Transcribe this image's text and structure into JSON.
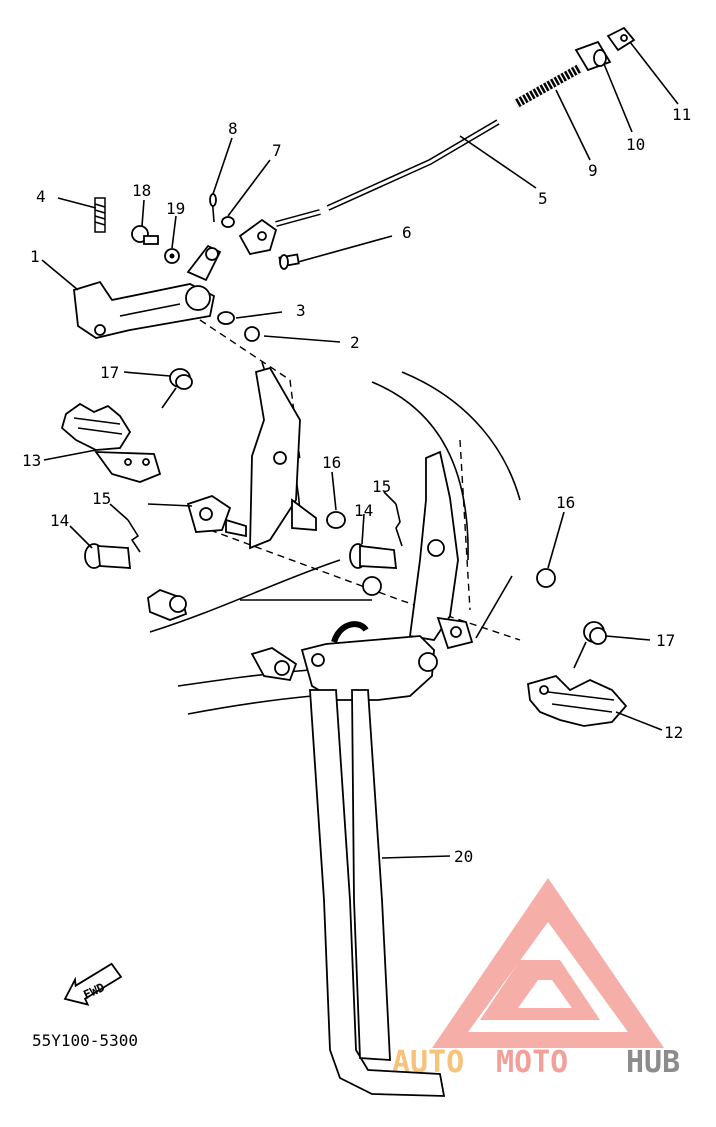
{
  "diagram": {
    "code": "55Y100-5300",
    "fwd_label": "FWD",
    "watermark": {
      "text_auto": "AUTO",
      "text_moto": "MOTO",
      "text_hub": "HUB",
      "color_primary": "#f4a09a",
      "color_secondary": "#f7c27a",
      "color_gray": "#8c8c8c"
    },
    "callouts": [
      {
        "id": "1",
        "label": "1"
      },
      {
        "id": "2",
        "label": "2"
      },
      {
        "id": "3",
        "label": "3"
      },
      {
        "id": "4",
        "label": "4"
      },
      {
        "id": "5",
        "label": "5"
      },
      {
        "id": "6",
        "label": "6"
      },
      {
        "id": "7",
        "label": "7"
      },
      {
        "id": "8",
        "label": "8"
      },
      {
        "id": "9",
        "label": "9"
      },
      {
        "id": "10",
        "label": "10"
      },
      {
        "id": "11",
        "label": "11"
      },
      {
        "id": "12",
        "label": "12"
      },
      {
        "id": "13",
        "label": "13"
      },
      {
        "id": "14a",
        "label": "14"
      },
      {
        "id": "14b",
        "label": "14"
      },
      {
        "id": "15a",
        "label": "15"
      },
      {
        "id": "15b",
        "label": "15"
      },
      {
        "id": "16a",
        "label": "16"
      },
      {
        "id": "16b",
        "label": "16"
      },
      {
        "id": "17a",
        "label": "17"
      },
      {
        "id": "17b",
        "label": "17"
      },
      {
        "id": "18",
        "label": "18"
      },
      {
        "id": "19",
        "label": "19"
      },
      {
        "id": "20",
        "label": "20"
      }
    ]
  }
}
